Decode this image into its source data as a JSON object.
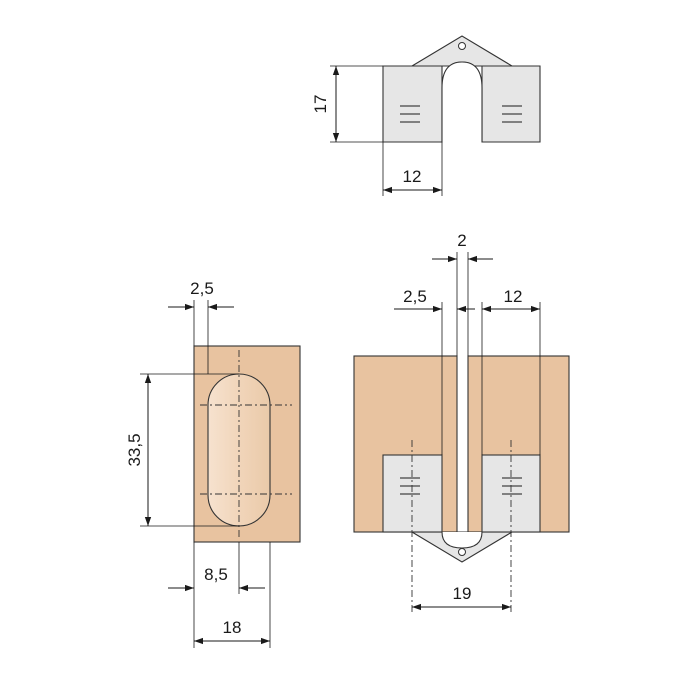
{
  "colors": {
    "wood": "#E8C3A0",
    "wood_light": "#F2DDC8",
    "metal": "#E6E6E6",
    "line": "#1A1A1A",
    "background": "#FFFFFF"
  },
  "top_view": {
    "dim_height": "17",
    "dim_width": "12"
  },
  "left_view": {
    "dim_top": "2,5",
    "dim_height": "33,5",
    "dim_slot_width": "8,5",
    "dim_total_width": "18"
  },
  "right_view": {
    "dim_gap": "2",
    "dim_offset": "2,5",
    "dim_block_width": "12",
    "dim_spacing": "19"
  }
}
